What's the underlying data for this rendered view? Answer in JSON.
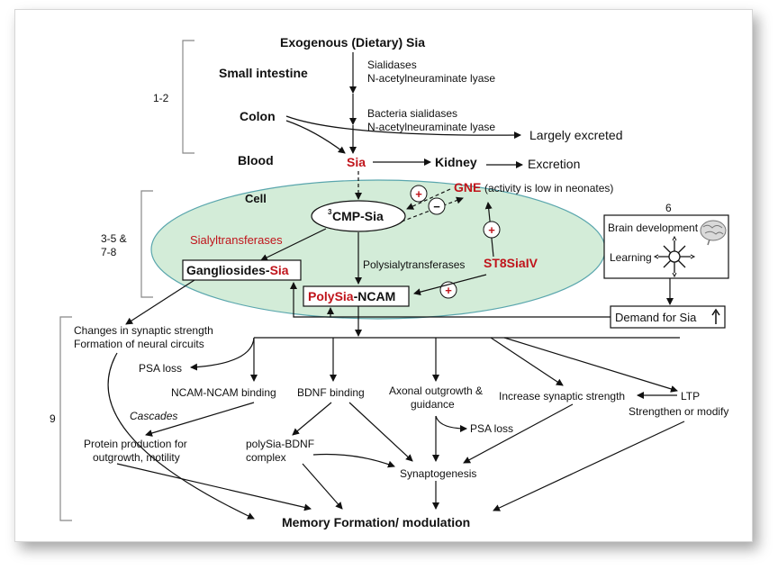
{
  "labels": {
    "exogenous": "Exogenous (Dietary) Sia",
    "small_intestine": "Small intestine",
    "sialidases": "Sialidases",
    "lyase1": "N-acetylneuraminate lyase",
    "colon": "Colon",
    "bacteria_sialidases": "Bacteria sialidases",
    "lyase2": "N-acetylneuraminate lyase",
    "largely_excreted": "Largely excreted",
    "blood": "Blood",
    "sia": "Sia",
    "kidney": "Kidney",
    "excretion": "Excretion",
    "cell": "Cell",
    "cmp_sup": "3",
    "cmp_sia": "CMP-Sia",
    "gne": "GNE",
    "gne_note": "(activity is low in neonates)",
    "sialyltransferases": "Sialyltransferases",
    "gangliosides": "Gangliosides-",
    "gangliosides_sia": "Sia",
    "polysialyltransferases": "Polysialytransferases",
    "st8siaiv": "ST8SiaIV",
    "polysia": "PolySia",
    "ncam": "-NCAM",
    "plus": "+",
    "minus": "−",
    "ref_12": "1-2",
    "ref_3578_a": "3-5 &",
    "ref_3578_b": "7-8",
    "ref_6": "6",
    "ref_9": "9",
    "brain_development": "Brain development",
    "learning": "Learning",
    "demand": "Demand for Sia",
    "changes1": "Changes in synaptic strength",
    "changes2": "Formation of neural circuits",
    "psa_loss1": "PSA loss",
    "ncam_binding": "NCAM-NCAM binding",
    "bdnf_binding": "BDNF binding",
    "axonal1": "Axonal outgrowth &",
    "axonal2": "guidance",
    "increase_synaptic": "Increase synaptic strength",
    "ltp": "LTP",
    "strengthen": "Strengthen or modify",
    "cascades": "Cascades",
    "psa_loss2": "PSA loss",
    "protein1": "Protein production for",
    "protein2": "outgrowth, motility",
    "polysia_bdnf1": "polySia-BDNF",
    "polysia_bdnf2": "complex",
    "synaptogenesis": "Synaptogenesis",
    "memory": "Memory Formation/ modulation"
  },
  "colors": {
    "red": "#c0141b",
    "cell_fill": "#d3ecd8",
    "cell_stroke": "#5aa6ad"
  },
  "icons": [
    "brain-icon",
    "neuron-icon",
    "up-arrow-icon"
  ]
}
